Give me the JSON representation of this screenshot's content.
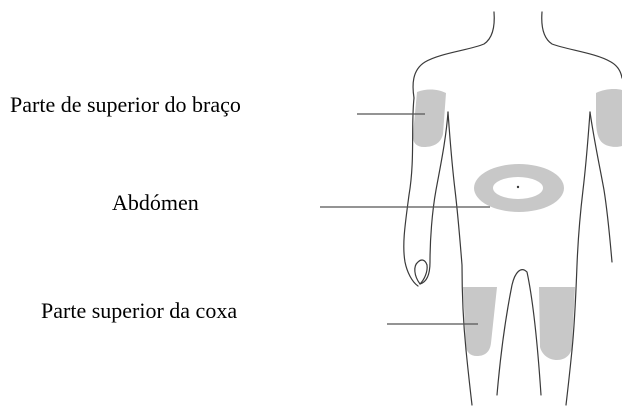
{
  "labels": {
    "upper_arm": "Parte de superior do braço",
    "abdomen": "Abdómen",
    "upper_thigh": "Parte superior da coxa"
  },
  "colors": {
    "zone_fill": "#c8c8c8",
    "outline": "#3a3a3a",
    "leader_line": "#555555",
    "text": "#000000",
    "background": "#ffffff"
  }
}
